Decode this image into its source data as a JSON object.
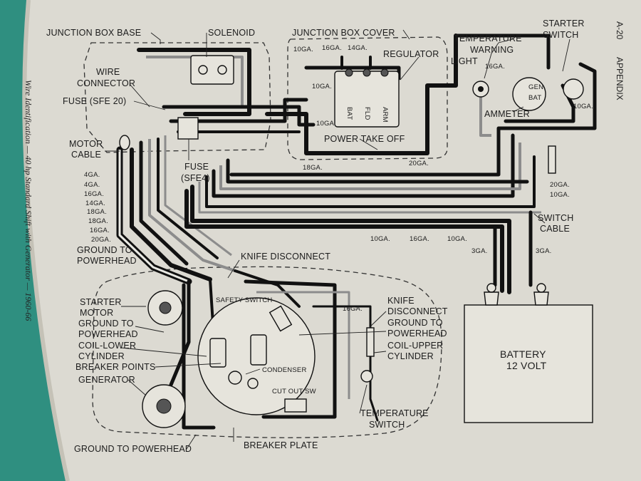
{
  "page": {
    "number": "A-20",
    "section": "APPENDIX",
    "side_caption": "Wire Identification — 40 hp Standard Shift with Generator — 1960-66"
  },
  "labels": {
    "junction_box_base": "JUNCTION BOX BASE",
    "solenoid": "SOLENOID",
    "junction_box_cover": "JUNCTION BOX COVER",
    "temperature_warning_light": [
      "TEMPERATURE",
      "WARNING",
      "LIGHT"
    ],
    "starter_switch": [
      "STARTER",
      "SWITCH"
    ],
    "wire_connector": [
      "WIRE",
      "CONNECTOR"
    ],
    "fuse_sfe20": "FUSE (SFE 20)",
    "regulator": "REGULATOR",
    "regulator_terminals": [
      "BAT",
      "FLD",
      "ARM"
    ],
    "ammeter": "AMMETER",
    "ammeter_terminals": [
      "GEN",
      "BAT"
    ],
    "motor_cable": [
      "MOTOR",
      "CABLE"
    ],
    "power_take_off": "POWER TAKE OFF",
    "fuse_sfe4": [
      "FUSE",
      "(SFE4)"
    ],
    "switch_cable": [
      "SWITCH",
      "CABLE"
    ],
    "ground_to_powerhead_left": [
      "GROUND TO",
      "POWERHEAD"
    ],
    "knife_disconnect_top": "KNIFE DISCONNECT",
    "starter_motor": [
      "STARTER",
      "MOTOR"
    ],
    "ground_to_powerhead_mid": [
      "GROUND TO",
      "POWERHEAD"
    ],
    "coil_lower_cylinder": [
      "COIL-LOWER",
      "CYLINDER"
    ],
    "breaker_points": "BREAKER POINTS",
    "generator": "GENERATOR",
    "ground_to_powerhead_bottom": "GROUND TO POWERHEAD",
    "safety_switch": "SAFETY SWITCH",
    "condenser": "CONDENSER",
    "cut_out_sw": "CUT OUT SW",
    "breaker_plate": "BREAKER PLATE",
    "knife_disconnect_right": [
      "KNIFE",
      "DISCONNECT"
    ],
    "ground_to_powerhead_right": [
      "GROUND TO",
      "POWERHEAD"
    ],
    "coil_upper_cylinder": [
      "COIL-UPPER",
      "CYLINDER"
    ],
    "temperature_switch": [
      "TEMPERATURE",
      "SWITCH"
    ],
    "battery": [
      "BATTERY",
      "12 VOLT"
    ]
  },
  "gauges": {
    "cover_top": [
      "10GA.",
      "16GA.",
      "14GA."
    ],
    "cover_left": [
      "10GA.",
      "10GA."
    ],
    "temp_light": "16GA.",
    "starter_switch_right": "10GA.",
    "mid_18": "18GA.",
    "mid_20": "20GA.",
    "cable_stack": [
      "4GA.",
      "4GA.",
      "16GA.",
      "14GA.",
      "18GA.",
      "18GA.",
      "16GA.",
      "20GA."
    ],
    "right_20": "20GA.",
    "right_10": "10GA.",
    "bottom_row": [
      "10GA.",
      "16GA.",
      "10GA."
    ],
    "battery_leads": [
      "3GA.",
      "3GA."
    ],
    "safety_16": "16GA."
  }
}
